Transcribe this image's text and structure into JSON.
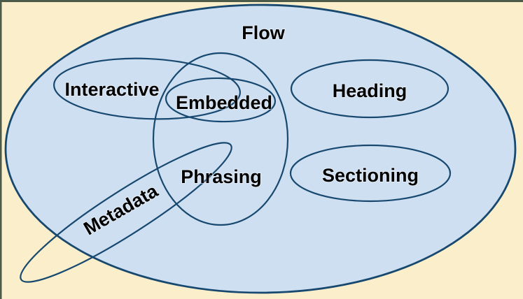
{
  "window": {
    "frame_border_color": "#4C5B49"
  },
  "diagram": {
    "colors": {
      "background": "#FBEECA",
      "flow_fill": "#CEDFF1",
      "outline": "#17486F",
      "text": "#000000"
    },
    "labels": {
      "flow": "Flow",
      "interactive": "Interactive",
      "embedded": "Embedded",
      "heading": "Heading",
      "phrasing": "Phrasing",
      "sectioning": "Sectioning",
      "metadata": "Metadata"
    }
  }
}
